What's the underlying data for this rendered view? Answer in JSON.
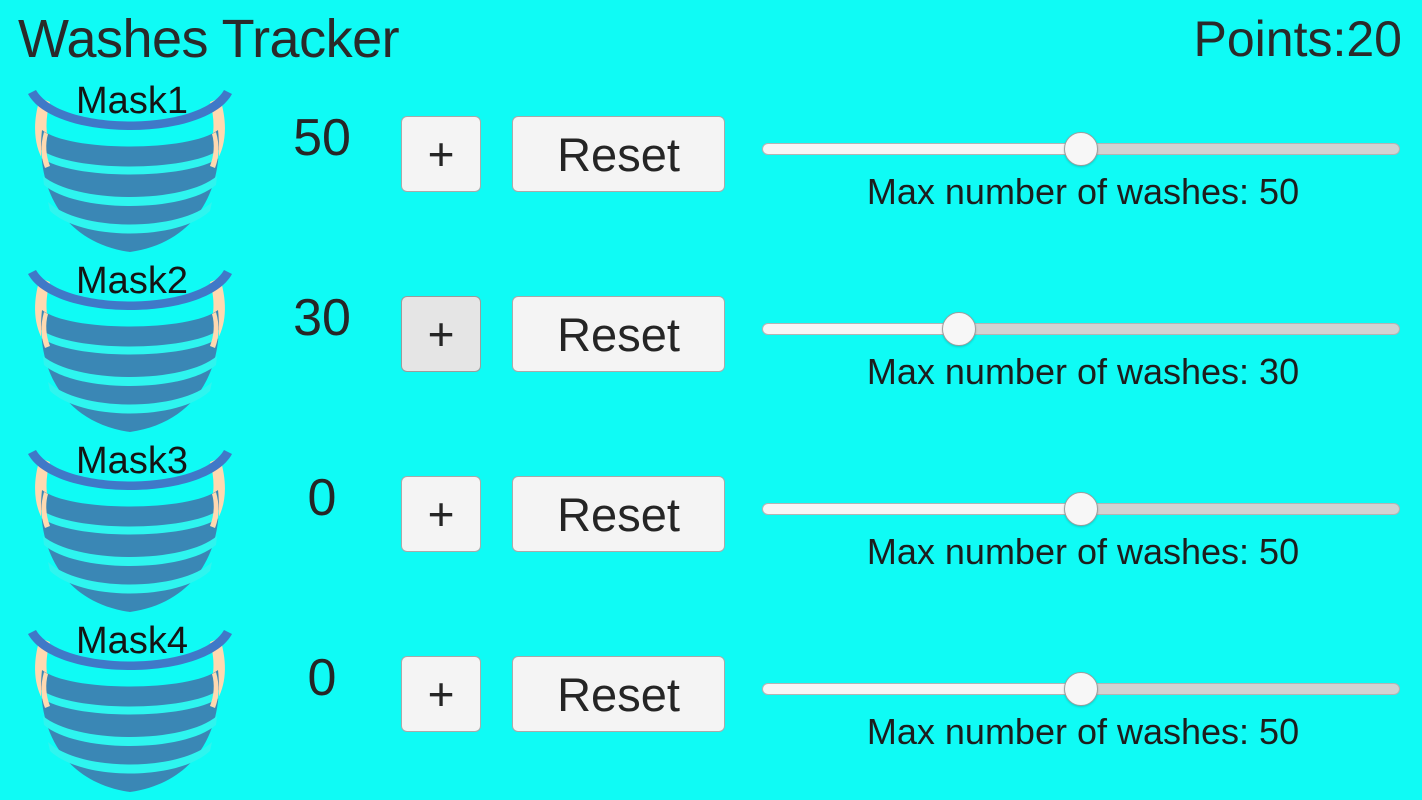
{
  "header": {
    "title": "Washes Tracker",
    "points_label": "Points:20",
    "points_value": 20
  },
  "colors": {
    "background": "#0ffbf5",
    "mask_fill": "#3a87b5",
    "mask_pleat_gap": "#2ef5ef",
    "mask_strap": "#ffd9b0",
    "button_face": "#f4f4f4",
    "button_face_hover": "#e5e5e5",
    "button_border": "#a9a9a9",
    "slider_track": "#d2d2d2",
    "slider_fill": "#f6f6f6",
    "slider_thumb": "#f7f7f7",
    "text": "#222222"
  },
  "slider_range": {
    "min": 0,
    "max": 100
  },
  "common": {
    "plus_label": "+",
    "reset_label": "Reset",
    "max_washes_prefix": "Max number of washes: "
  },
  "rows": [
    {
      "mask_label": "Mask1",
      "count": "50",
      "plus_label": "+",
      "plus_state": "normal",
      "reset_label": "Reset",
      "slider_value": 50,
      "slider_percent": 50,
      "caption": "Max number of washes: 50"
    },
    {
      "mask_label": "Mask2",
      "count": "30",
      "plus_label": "+",
      "plus_state": "hover",
      "reset_label": "Reset",
      "slider_value": 30,
      "slider_percent": 30.8,
      "caption": "Max number of washes: 30"
    },
    {
      "mask_label": "Mask3",
      "count": "0",
      "plus_label": "+",
      "plus_state": "normal",
      "reset_label": "Reset",
      "slider_value": 50,
      "slider_percent": 50,
      "caption": "Max number of washes: 50"
    },
    {
      "mask_label": "Mask4",
      "count": "0",
      "plus_label": "+",
      "plus_state": "normal",
      "reset_label": "Reset",
      "slider_value": 50,
      "slider_percent": 50,
      "caption": "Max number of washes: 50"
    }
  ]
}
